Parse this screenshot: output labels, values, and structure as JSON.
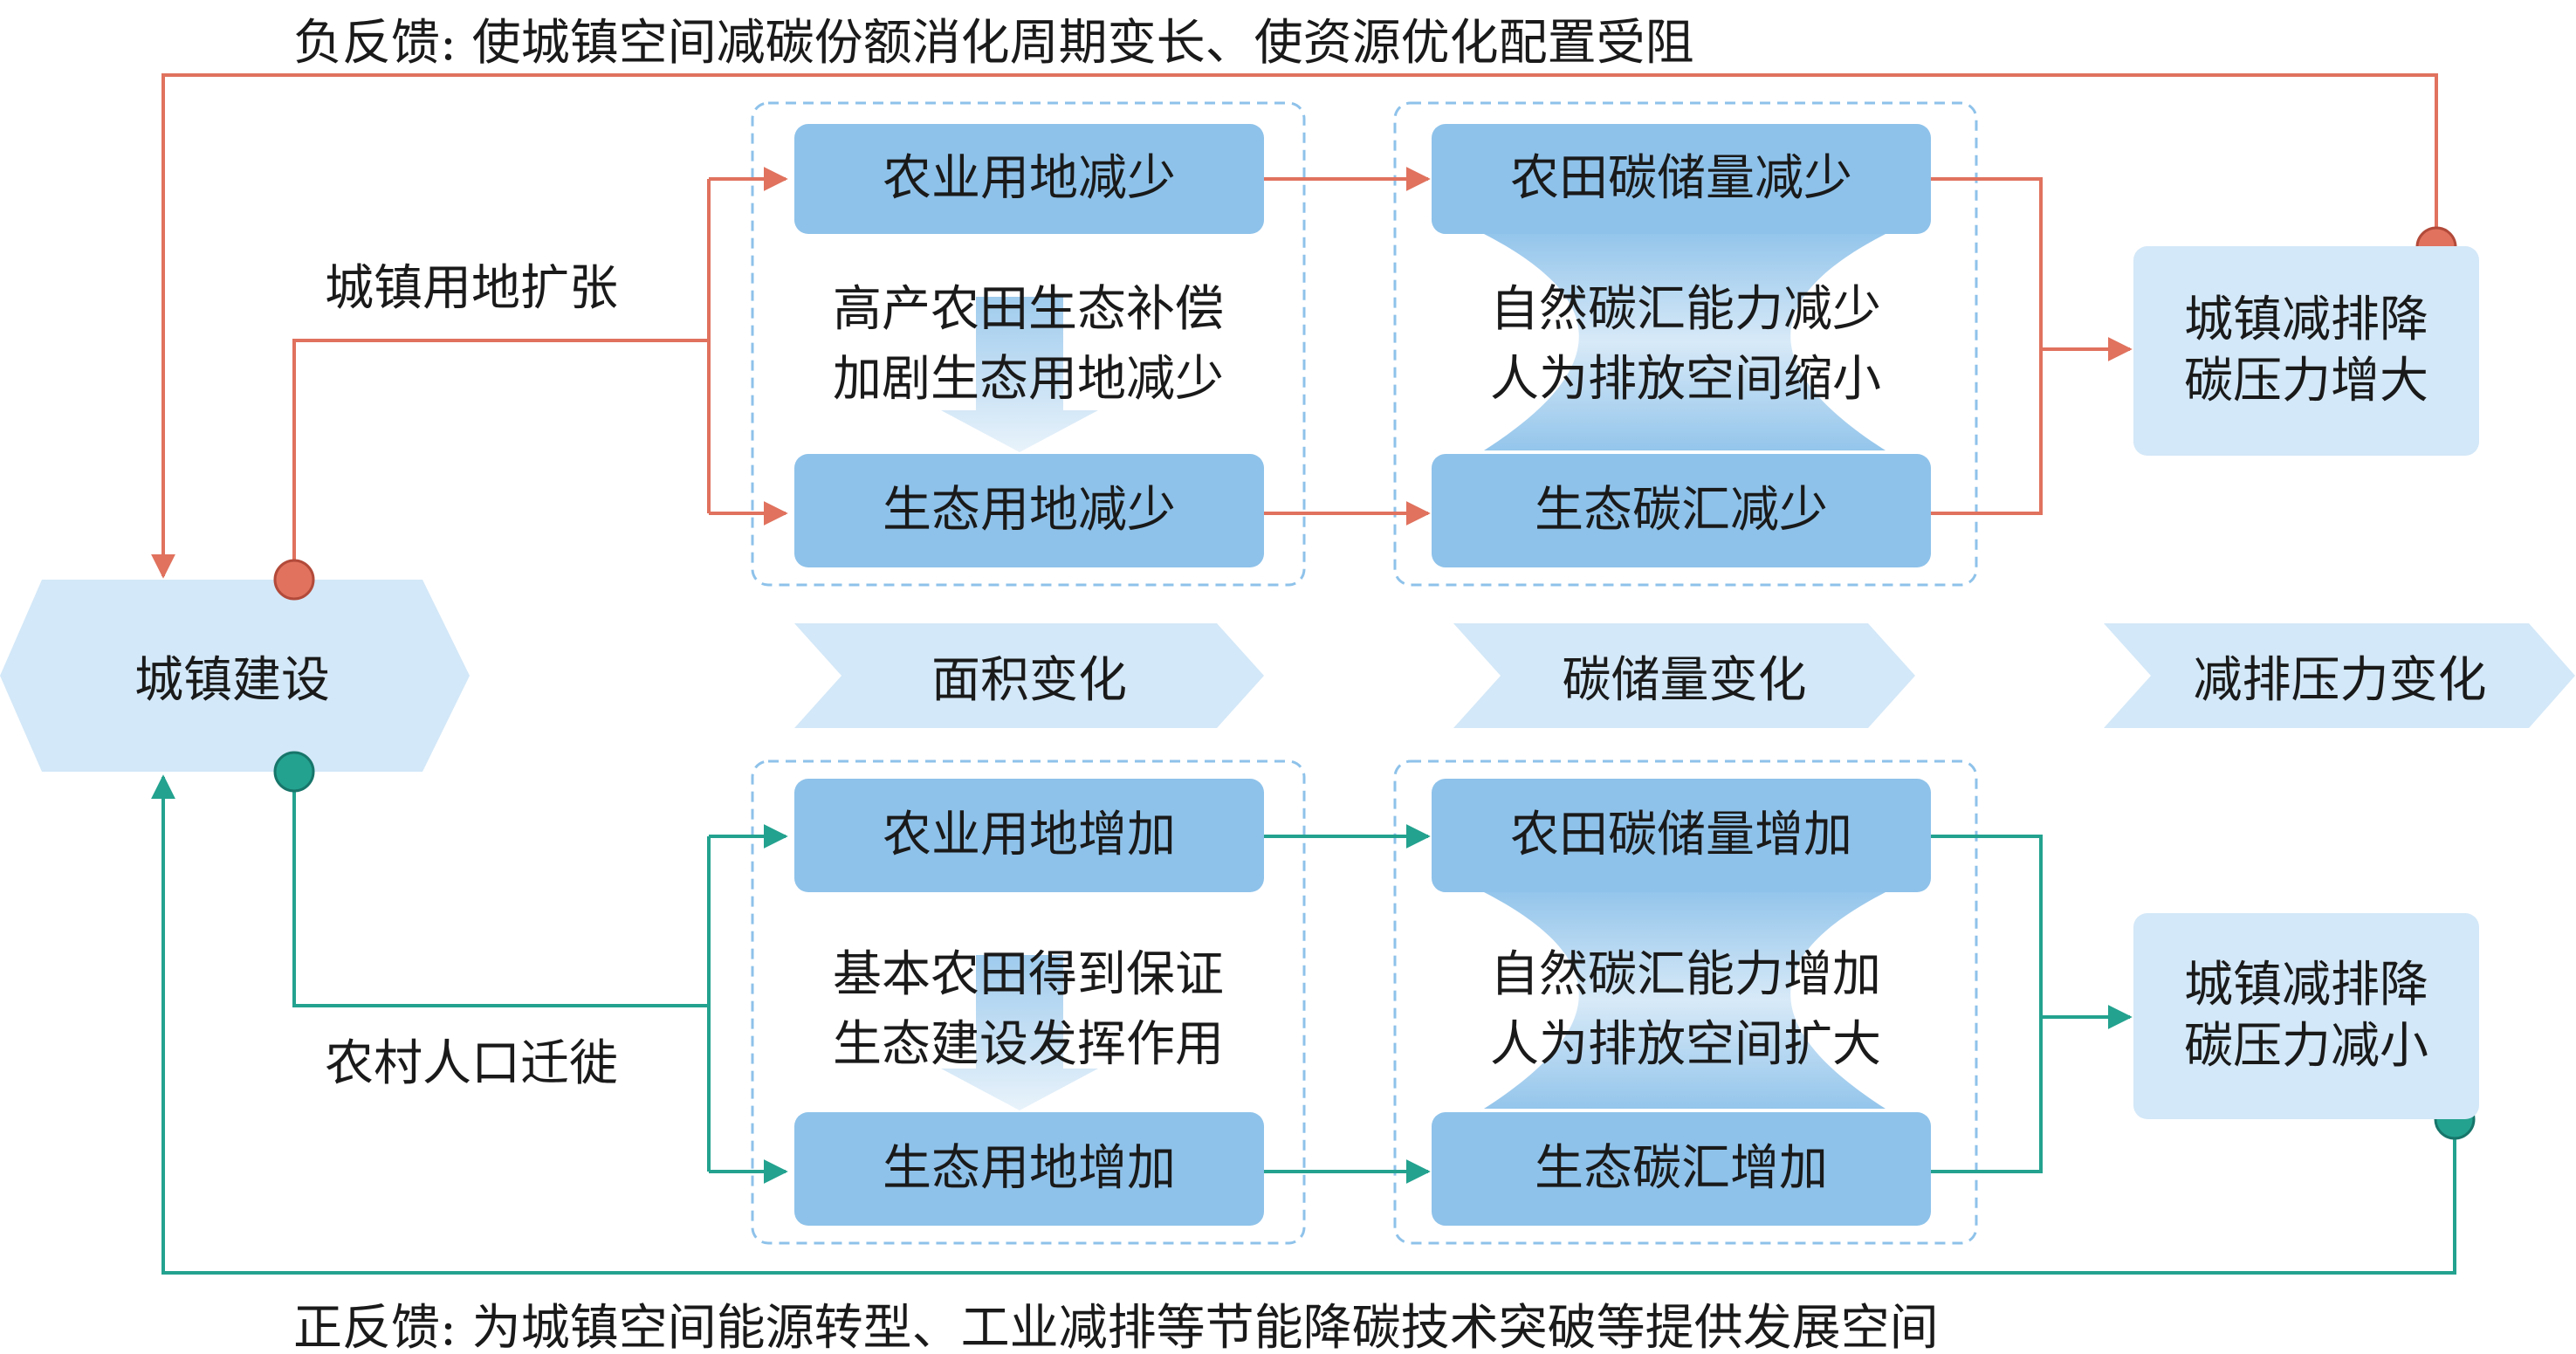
{
  "feedback": {
    "negative": "负反馈: 使城镇空间减碳份额消化周期变长、使资源优化配置受阻",
    "positive": "正反馈: 为城镇空间能源转型、工业减排等节能降碳技术突破等提供发展空间"
  },
  "hub": {
    "label": "城镇建设"
  },
  "drivers": {
    "top": "城镇用地扩张",
    "bottom": "农村人口迁徙"
  },
  "top": {
    "area": {
      "box1": "农业用地减少",
      "middle": [
        "高产农田生态补偿",
        "加剧生态用地减少"
      ],
      "box2": "生态用地减少"
    },
    "carbon": {
      "box1": "农田碳储量减少",
      "middle": [
        "自然碳汇能力减少",
        "人为排放空间缩小"
      ],
      "box2": "生态碳汇减少"
    },
    "pressure": [
      "城镇减排降",
      "碳压力增大"
    ]
  },
  "stages": {
    "s1": "面积变化",
    "s2": "碳储量变化",
    "s3": "减排压力变化"
  },
  "bottom": {
    "area": {
      "box1": "农业用地增加",
      "middle": [
        "基本农田得到保证",
        "生态建设发挥作用"
      ],
      "box2": "生态用地增加"
    },
    "carbon": {
      "box1": "农田碳储量增加",
      "middle": [
        "自然碳汇能力增加",
        "人为排放空间扩大"
      ],
      "box2": "生态碳汇增加"
    },
    "pressure": [
      "城镇减排降",
      "碳压力减小"
    ]
  },
  "colors": {
    "negative": "#e0725e",
    "positive": "#23a28f",
    "box_dark": "#8ec2ea",
    "box_light": "#d3e8f8",
    "dash": "#8ec2ea"
  }
}
